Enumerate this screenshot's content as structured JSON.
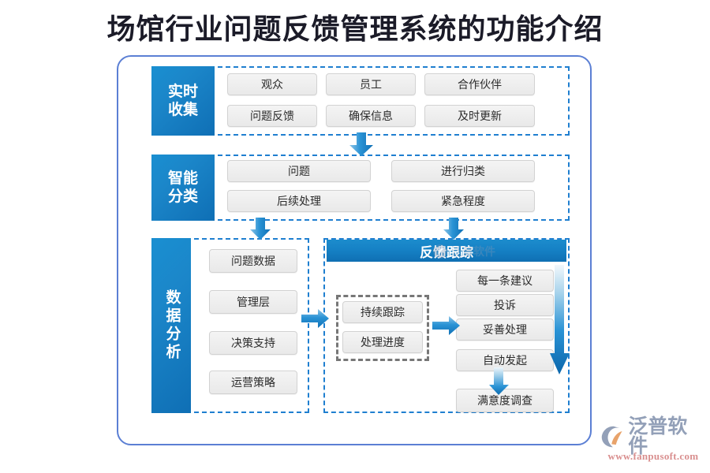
{
  "page": {
    "title": "场馆行业问题反馈管理系统的功能介绍"
  },
  "sections": {
    "collect": {
      "label": "实时\n收集",
      "label_line1": "实时",
      "label_line2": "收集",
      "items": [
        "观众",
        "员工",
        "合作伙伴",
        "问题反馈",
        "确保信息",
        "及时更新"
      ]
    },
    "classify": {
      "label_line1": "智能",
      "label_line2": "分类",
      "items": [
        "问题",
        "进行归类",
        "后续处理",
        "紧急程度"
      ]
    },
    "analysis": {
      "label": "数据分析",
      "items": [
        "问题数据",
        "管理层",
        "决策支持",
        "运营策略"
      ]
    },
    "tracking": {
      "header": "反馈跟踪",
      "dashed_group": [
        "持续跟踪",
        "处理进度"
      ],
      "stack": [
        "每一条建议",
        "投诉",
        "妥善处理",
        "自动发起"
      ],
      "final": "满意度调查"
    }
  },
  "branding": {
    "name": "泛普软件",
    "url": "www.fanpusoft.com",
    "watermark_text": "泛普软件"
  },
  "colors": {
    "accent_blue": "#1580c4",
    "accent_blue_dark": "#0f6fb3",
    "dashed_blue": "#1f7fd0",
    "frame_border": "#5b7fd4",
    "chip_bg": "#eeeeee",
    "chip_border": "#d2d2d2",
    "logo_gray": "#93a0b8",
    "logo_red": "#d98f8f"
  }
}
